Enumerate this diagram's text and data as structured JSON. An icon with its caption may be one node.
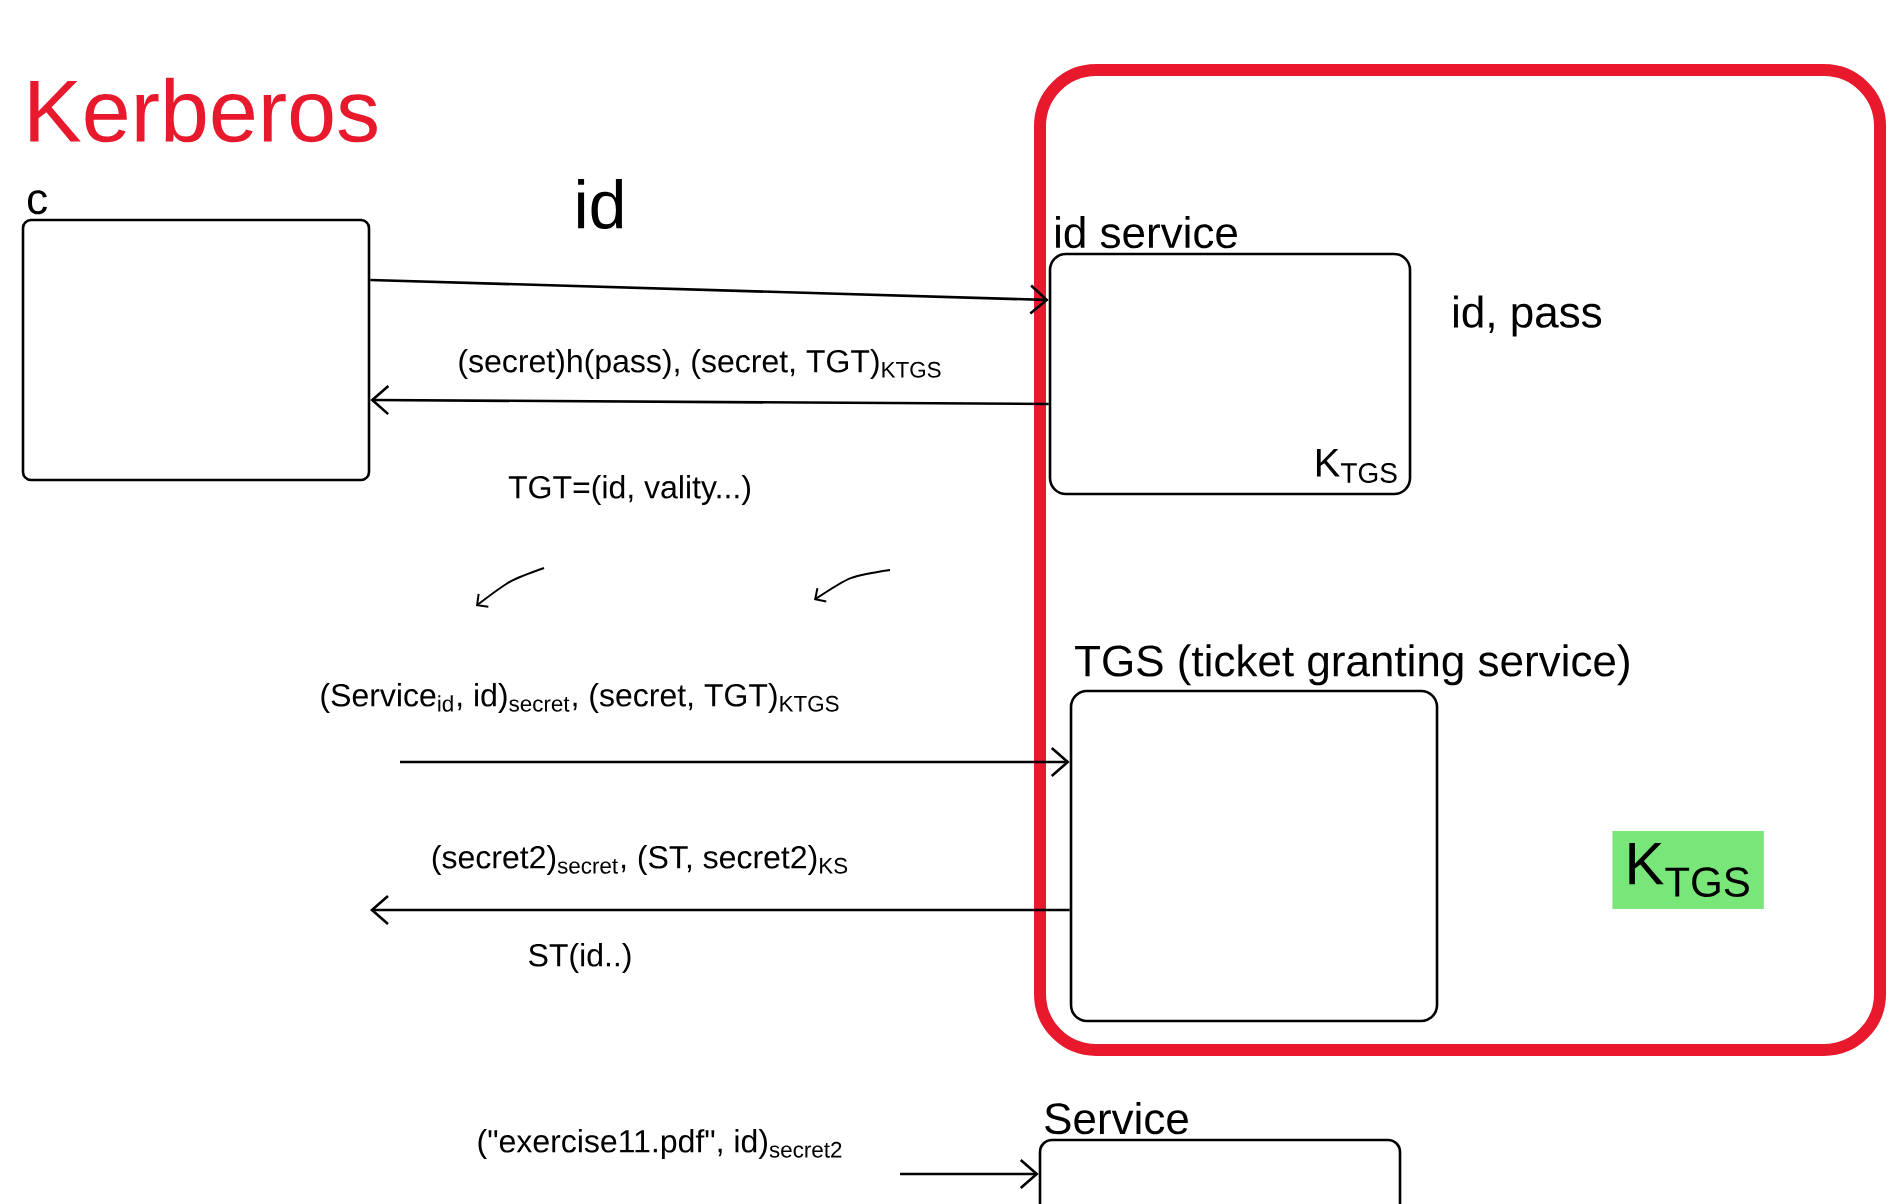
{
  "diagram": {
    "title": "Kerberos",
    "nodes": [
      {
        "text": [
          "c"
        ]
      },
      {
        "text": [],
        "shape": "box"
      },
      {
        "text": [
          "id service",
          "K$_{TGS}$"
        ],
        "in": 1,
        "beside": [
          "id, pass"
        ]
      },
      {
        "text": [
          "TGS (ticket granting service)"
        ],
        "in": 1,
        "beside": [
          "K$_{TGS}$"
        ]
      },
      {
        "text": [
          "Service"
        ]
      }
    ],
    "edges": [
      {
        "from": 0,
        "to": 2,
        "arrow": "to",
        "label": "id"
      },
      {
        "from": 2,
        "to": 0,
        "arrow": "to",
        "label": "(secret)h(pass), (secret, TGT)$_{KTGS}$"
      },
      {
        "from": null,
        "to": 3,
        "arrow": "to",
        "label": "(Service$_{id}$, id)$_{secret}$, (secret, TGT)$_{KTGS}$"
      },
      {
        "from": 3,
        "to": null,
        "arrow": "to",
        "label": "(secret2)$_{secret}$, (ST, secret2)$_{KS}$"
      },
      {
        "from": null,
        "to": 4,
        "arrow": "to",
        "label": "(\"exercise11.pdf\", id)$_{secret2}$"
      }
    ],
    "labels": [
      "TGT=(id, vality...)",
      "ST(id..)"
    ]
  }
}
